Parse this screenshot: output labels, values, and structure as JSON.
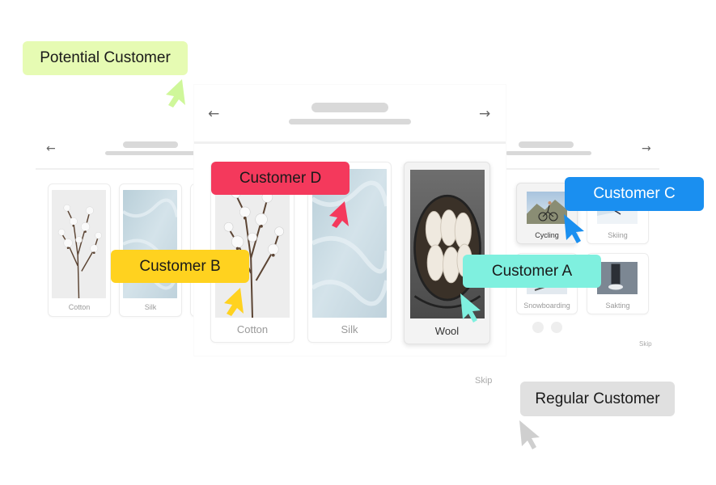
{
  "left_panel": {
    "back_label": "←",
    "items": [
      {
        "label": "Cotton"
      },
      {
        "label": "Silk"
      }
    ]
  },
  "center_panel": {
    "back_label": "←",
    "next_label": "→",
    "items": [
      {
        "label": "Cotton"
      },
      {
        "label": "Silk"
      },
      {
        "label": "Wool",
        "selected": true
      }
    ],
    "skip_label": "Skip"
  },
  "right_panel": {
    "next_label": "→",
    "items": [
      {
        "label": "Cycling",
        "selected": true
      },
      {
        "label": "Skiing"
      },
      {
        "label": "Snowboarding"
      },
      {
        "label": "Sakting"
      }
    ],
    "skip_label": "Skip"
  },
  "tags": {
    "potential": {
      "text": "Potential Customer",
      "color": "#e6fbb3"
    },
    "customer_d": {
      "text": "Customer D",
      "color": "#f4395c"
    },
    "customer_b": {
      "text": "Customer B",
      "color": "#ffd21f"
    },
    "customer_a": {
      "text": "Customer A",
      "color": "#7ff0df"
    },
    "customer_c": {
      "text": "Customer C",
      "color": "#1a8ff0"
    },
    "regular": {
      "text": "Regular Customer",
      "color": "#e0e0e0"
    }
  }
}
